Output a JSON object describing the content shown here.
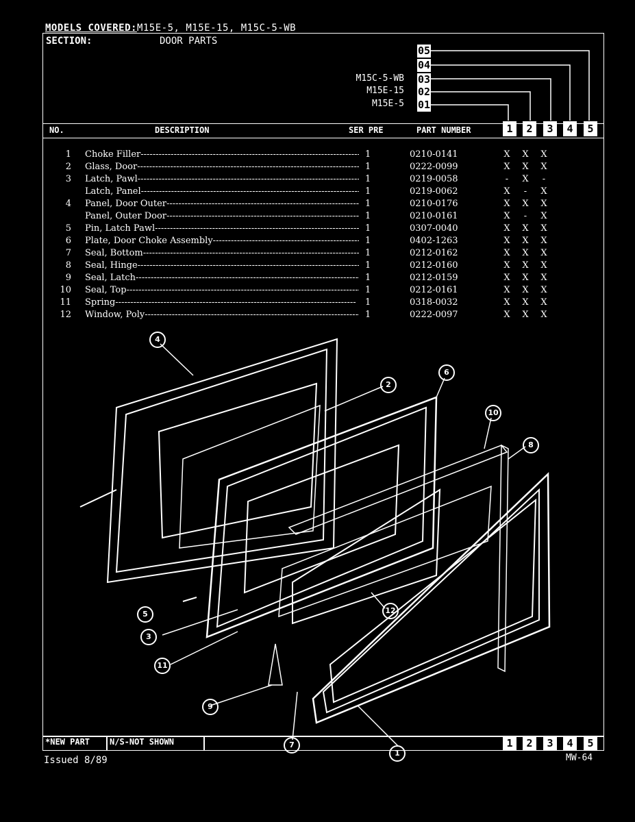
{
  "header": {
    "models_label": "MODELS COVERED:",
    "models_value": "M15E-5, M15E-15, M15C-5-WB",
    "section_label": "SECTION:",
    "section_value": "DOOR PARTS"
  },
  "model_index": [
    {
      "code": "05",
      "model": ""
    },
    {
      "code": "04",
      "model": ""
    },
    {
      "code": "03",
      "model": "M15C-5-WB"
    },
    {
      "code": "02",
      "model": "M15E-15"
    },
    {
      "code": "01",
      "model": "M15E-5"
    }
  ],
  "columns": {
    "no": "NO.",
    "description": "DESCRIPTION",
    "ser_pre": "SER PRE",
    "part_number": "PART NUMBER",
    "model_cols": [
      "1",
      "2",
      "3",
      "4",
      "5"
    ]
  },
  "parts": [
    {
      "no": "1",
      "desc": "Choke Filler",
      "ser": "1",
      "part": "0210-0141",
      "m1": "X",
      "m2": "X",
      "m3": "X"
    },
    {
      "no": "2",
      "desc": "Glass, Door",
      "ser": "1",
      "part": "0222-0099",
      "m1": "X",
      "m2": "X",
      "m3": "X"
    },
    {
      "no": "3",
      "desc": "Latch, Pawl",
      "ser": "1",
      "part": "0219-0058",
      "m1": "-",
      "m2": "X",
      "m3": "-"
    },
    {
      "no": "",
      "desc": "Latch, Panel",
      "ser": "1",
      "part": "0219-0062",
      "m1": "X",
      "m2": "-",
      "m3": "X"
    },
    {
      "no": "4",
      "desc": "Panel, Door Outer",
      "ser": "1",
      "part": "0210-0176",
      "m1": "X",
      "m2": "X",
      "m3": "X"
    },
    {
      "no": "",
      "desc": "Panel, Outer Door",
      "ser": "1",
      "part": "0210-0161",
      "m1": "X",
      "m2": "-",
      "m3": "X"
    },
    {
      "no": "5",
      "desc": "Pin, Latch Pawl",
      "ser": "1",
      "part": "0307-0040",
      "m1": "X",
      "m2": "X",
      "m3": "X"
    },
    {
      "no": "6",
      "desc": "Plate, Door Choke Assembly",
      "ser": "1",
      "part": "0402-1263",
      "m1": "X",
      "m2": "X",
      "m3": "X"
    },
    {
      "no": "7",
      "desc": "Seal, Bottom",
      "ser": "1",
      "part": "0212-0162",
      "m1": "X",
      "m2": "X",
      "m3": "X"
    },
    {
      "no": "8",
      "desc": "Seal, Hinge",
      "ser": "1",
      "part": "0212-0160",
      "m1": "X",
      "m2": "X",
      "m3": "X"
    },
    {
      "no": "9",
      "desc": "Seal, Latch",
      "ser": "1",
      "part": "0212-0159",
      "m1": "X",
      "m2": "X",
      "m3": "X"
    },
    {
      "no": "10",
      "desc": "Seal, Top",
      "ser": "1",
      "part": "0212-0161",
      "m1": "X",
      "m2": "X",
      "m3": "X"
    },
    {
      "no": "11",
      "desc": "Spring",
      "ser": "1",
      "part": "0318-0032",
      "m1": "X",
      "m2": "X",
      "m3": "X"
    },
    {
      "no": "12",
      "desc": "Window, Poly",
      "ser": "1",
      "part": "0222-0097",
      "m1": "X",
      "m2": "X",
      "m3": "X"
    }
  ],
  "callouts": [
    "1",
    "2",
    "3",
    "4",
    "5",
    "6",
    "7",
    "8",
    "9",
    "10",
    "11",
    "12"
  ],
  "footer": {
    "new_part": "*NEW PART",
    "not_shown": "N/S-NOT SHOWN",
    "issued": "Issued 8/89",
    "doc_id": "MW-64",
    "model_cols": [
      "1",
      "2",
      "3",
      "4",
      "5"
    ]
  }
}
